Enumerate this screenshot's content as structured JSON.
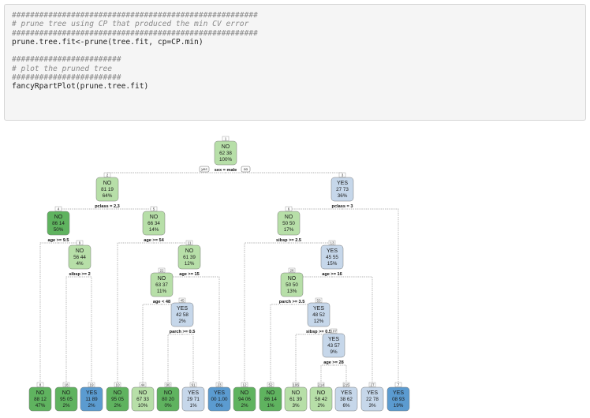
{
  "code": {
    "lines": [
      {
        "text": "######################################################",
        "comment": true
      },
      {
        "text": "# prune tree using CP that produced the min CV error",
        "comment": true
      },
      {
        "text": "######################################################",
        "comment": true
      },
      {
        "text": "prune.tree.fit<-prune(tree.fit, cp=CP.min)",
        "comment": false
      },
      {
        "text": "",
        "comment": false
      },
      {
        "text": "########################",
        "comment": true
      },
      {
        "text": "# plot the pruned tree",
        "comment": true
      },
      {
        "text": "########################",
        "comment": true
      },
      {
        "text": "fancyRpartPlot(prune.tree.fit)",
        "comment": false
      }
    ]
  },
  "tree": {
    "yes_label": "yes",
    "no_label": "no",
    "colors": {
      "no_strong": "#5fb35f",
      "no_light": "#b7dfa8",
      "yes_light": "#c6d7ea",
      "yes_strong": "#5b9bd0",
      "edge": "#9a9a9a",
      "border": "#7a7a7a"
    },
    "nodes": [
      {
        "id": "1",
        "cls": "NO",
        "probs": "62  38",
        "pct": "100%",
        "split": "sex = male",
        "shade": "no_light"
      },
      {
        "id": "2",
        "cls": "NO",
        "probs": "81  19",
        "pct": "64%",
        "split": "pclass = 2,3",
        "shade": "no_light"
      },
      {
        "id": "3",
        "cls": "YES",
        "probs": "27  73",
        "pct": "36%",
        "split": "pclass = 3",
        "shade": "yes_light"
      },
      {
        "id": "4",
        "cls": "NO",
        "probs": "86  14",
        "pct": "50%",
        "split": "age >= 9.5",
        "shade": "no_strong"
      },
      {
        "id": "5",
        "cls": "NO",
        "probs": "66  34",
        "pct": "14%",
        "split": "age >= 54",
        "shade": "no_light"
      },
      {
        "id": "6",
        "cls": "NO",
        "probs": "50  50",
        "pct": "17%",
        "split": "sibsp >= 2.5",
        "shade": "no_light"
      },
      {
        "id": "9",
        "cls": "NO",
        "probs": "56  44",
        "pct": "4%",
        "split": "sibsp >= 2",
        "shade": "no_light"
      },
      {
        "id": "11",
        "cls": "NO",
        "probs": "61  39",
        "pct": "12%",
        "split": "age >= 15",
        "shade": "no_light"
      },
      {
        "id": "13",
        "cls": "YES",
        "probs": "45  55",
        "pct": "15%",
        "split": "age >= 16",
        "shade": "yes_light"
      },
      {
        "id": "22",
        "cls": "NO",
        "probs": "63  37",
        "pct": "11%",
        "split": "age < 48",
        "shade": "no_light"
      },
      {
        "id": "26",
        "cls": "NO",
        "probs": "50  50",
        "pct": "13%",
        "split": "parch >= 3.5",
        "shade": "no_light"
      },
      {
        "id": "45",
        "cls": "YES",
        "probs": "42  58",
        "pct": "2%",
        "split": "parch >= 0.5",
        "shade": "yes_light"
      },
      {
        "id": "53",
        "cls": "YES",
        "probs": "48  52",
        "pct": "12%",
        "split": "sibsp >= 0.5",
        "shade": "yes_light"
      },
      {
        "id": "107",
        "cls": "YES",
        "probs": "43  57",
        "pct": "9%",
        "split": "age >= 28",
        "shade": "yes_light"
      },
      {
        "id": "8",
        "cls": "NO",
        "probs": "88  12",
        "pct": "47%",
        "split": "",
        "shade": "no_strong"
      },
      {
        "id": "18",
        "cls": "NO",
        "probs": "95  05",
        "pct": "2%",
        "split": "",
        "shade": "no_strong"
      },
      {
        "id": "19",
        "cls": "YES",
        "probs": "11  89",
        "pct": "2%",
        "split": "",
        "shade": "yes_strong"
      },
      {
        "id": "10",
        "cls": "NO",
        "probs": "95  05",
        "pct": "2%",
        "split": "",
        "shade": "no_strong"
      },
      {
        "id": "44",
        "cls": "NO",
        "probs": "67  33",
        "pct": "10%",
        "split": "",
        "shade": "no_light"
      },
      {
        "id": "90",
        "cls": "NO",
        "probs": "80  20",
        "pct": "0%",
        "split": "",
        "shade": "no_strong"
      },
      {
        "id": "91",
        "cls": "YES",
        "probs": "29  71",
        "pct": "1%",
        "split": "",
        "shade": "yes_light"
      },
      {
        "id": "23",
        "cls": "YES",
        "probs": "00 1.00",
        "pct": "0%",
        "split": "",
        "shade": "yes_strong"
      },
      {
        "id": "12",
        "cls": "NO",
        "probs": "94  06",
        "pct": "2%",
        "split": "",
        "shade": "no_strong"
      },
      {
        "id": "52",
        "cls": "NO",
        "probs": "86  14",
        "pct": "1%",
        "split": "",
        "shade": "no_strong"
      },
      {
        "id": "106",
        "cls": "NO",
        "probs": "61  39",
        "pct": "3%",
        "split": "",
        "shade": "no_light"
      },
      {
        "id": "214",
        "cls": "NO",
        "probs": "58  42",
        "pct": "2%",
        "split": "",
        "shade": "no_light"
      },
      {
        "id": "215",
        "cls": "YES",
        "probs": "38  62",
        "pct": "6%",
        "split": "",
        "shade": "yes_light"
      },
      {
        "id": "27",
        "cls": "YES",
        "probs": "22  78",
        "pct": "3%",
        "split": "",
        "shade": "yes_light"
      },
      {
        "id": "7",
        "cls": "YES",
        "probs": "08  93",
        "pct": "19%",
        "split": "",
        "shade": "yes_strong"
      }
    ]
  }
}
